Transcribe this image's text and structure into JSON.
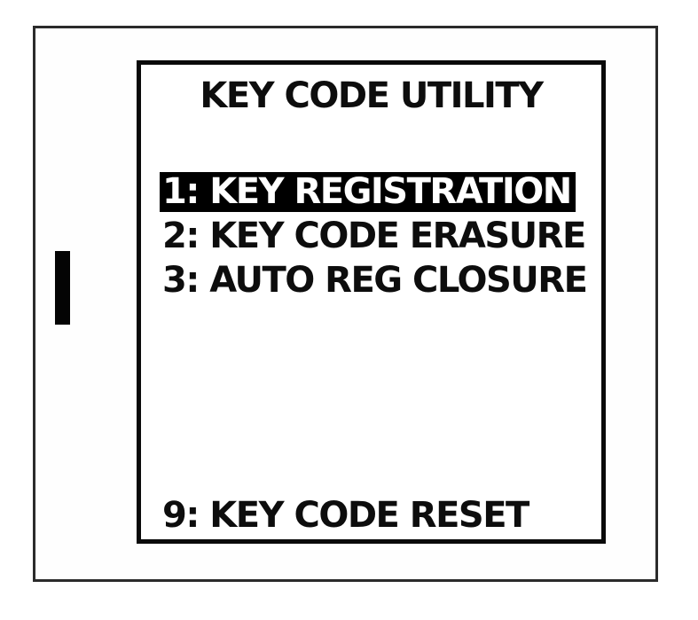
{
  "device_screen": {
    "title": "KEY CODE UTILITY",
    "menu_items": [
      {
        "label": "1: KEY REGISTRATION",
        "selected": true
      },
      {
        "label": "2: KEY CODE ERASURE",
        "selected": false
      },
      {
        "label": "3: AUTO REG CLOSURE",
        "selected": false
      }
    ],
    "footer_item": {
      "label": "9: KEY CODE RESET"
    },
    "colors": {
      "screen_background": "#ffffff",
      "text": "#0d0d0d",
      "highlight_background": "#000000",
      "highlight_text": "#ffffff",
      "screen_border": "#0a0a0a",
      "outer_frame_border": "#2b2b2b"
    }
  }
}
